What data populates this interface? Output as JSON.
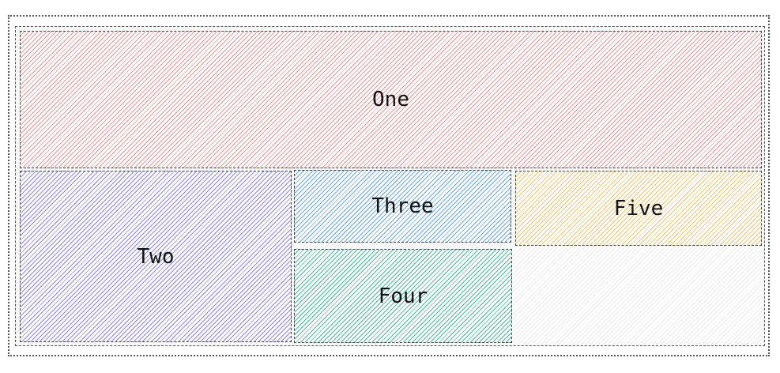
{
  "boxes": {
    "one": {
      "label": "One",
      "color": "#e59a9a"
    },
    "two": {
      "label": "Two",
      "color": "#8e86e8"
    },
    "three": {
      "label": "Three",
      "color": "#6ea7e0"
    },
    "four": {
      "label": "Four",
      "color": "#4fb89a"
    },
    "five": {
      "label": "Five",
      "color": "#eec77a"
    }
  }
}
